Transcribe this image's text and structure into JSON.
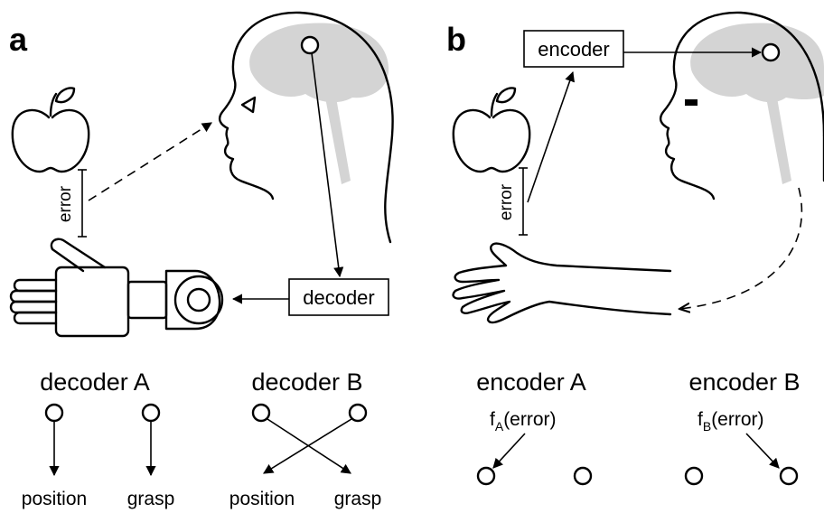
{
  "panels": {
    "a": {
      "label": "a",
      "decoder_box": "decoder",
      "error_label": "error",
      "decoder_a": {
        "title": "decoder A",
        "out_left": "position",
        "out_right": "grasp"
      },
      "decoder_b": {
        "title": "decoder B",
        "out_left": "position",
        "out_right": "grasp"
      }
    },
    "b": {
      "label": "b",
      "encoder_box": "encoder",
      "error_label": "error",
      "encoder_a": {
        "title": "encoder A",
        "func": "f",
        "func_sub": "A",
        "func_arg": "(error)"
      },
      "encoder_b": {
        "title": "encoder B",
        "func": "f",
        "func_sub": "B",
        "func_arg": "(error)"
      }
    }
  },
  "colors": {
    "brain": "#d4d4d4",
    "line": "#000000"
  },
  "icons": [
    "apple-icon",
    "robotic-hand-icon",
    "human-arm-icon",
    "head-icon",
    "brain-icon",
    "eye-icon",
    "electrode-icon"
  ]
}
